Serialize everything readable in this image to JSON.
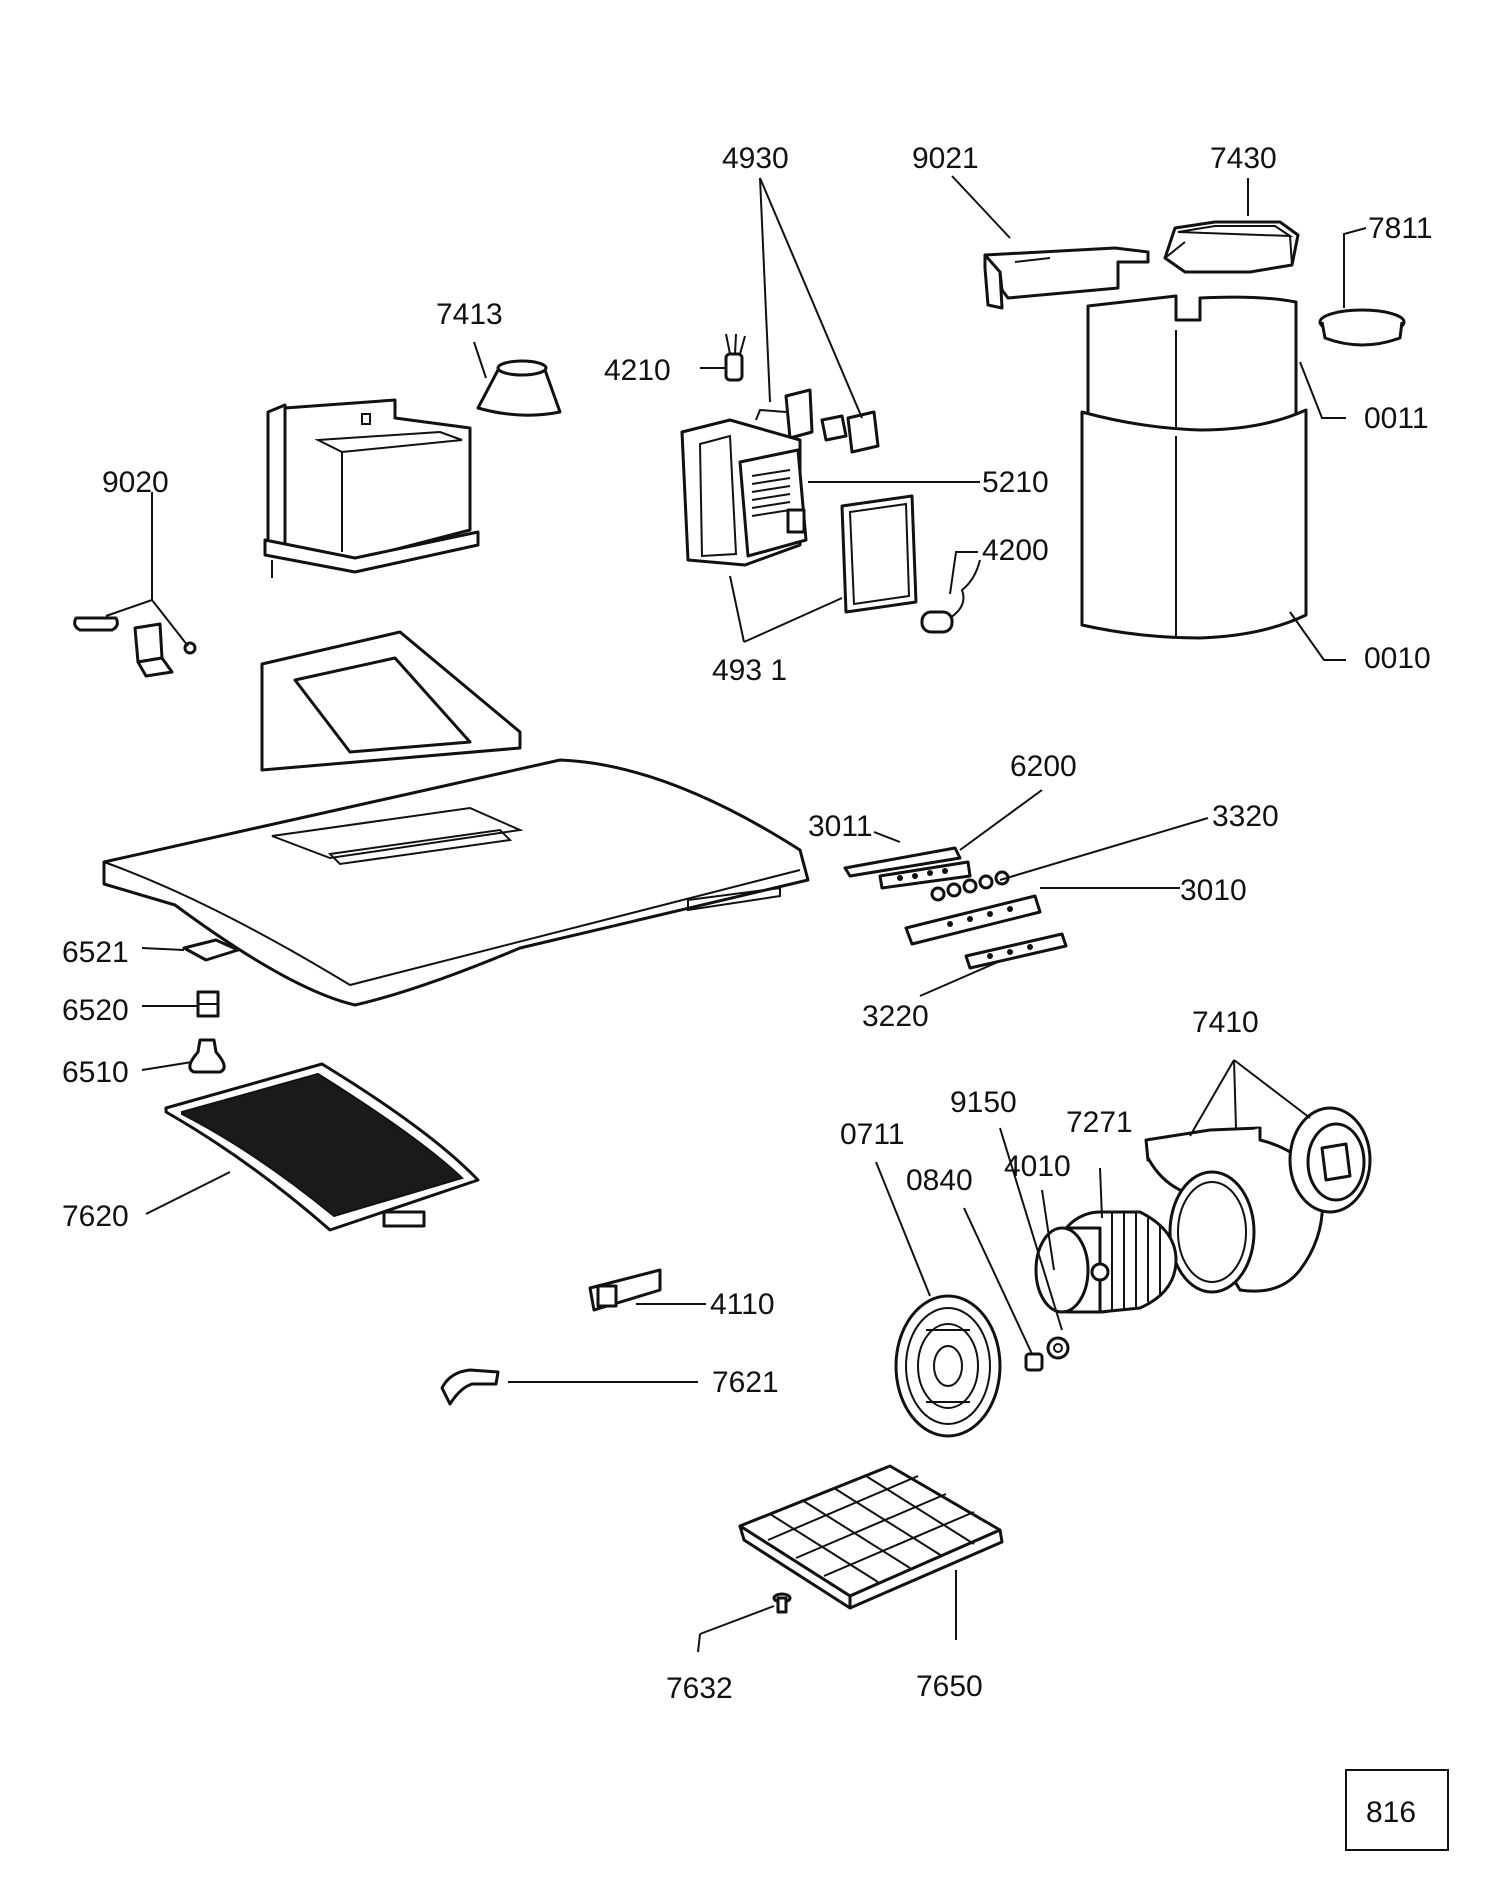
{
  "diagram": {
    "labels": {
      "4930": "4930",
      "9021": "9021",
      "7430": "7430",
      "7811": "7811",
      "7413": "7413",
      "4210": "4210",
      "0011": "0011",
      "9020": "9020",
      "5210": "5210",
      "4200": "4200",
      "4931": "493 1",
      "0010": "0010",
      "6200": "6200",
      "3011": "3011",
      "3320": "3320",
      "3010": "3010",
      "6521": "6521",
      "6520": "6520",
      "3220": "3220",
      "7410": "7410",
      "6510": "6510",
      "9150": "9150",
      "7271": "7271",
      "0711": "0711",
      "4010": "4010",
      "0840": "0840",
      "7620": "7620",
      "4110": "4110",
      "7621": "7621",
      "7632": "7632",
      "7650": "7650"
    },
    "page_number": "816"
  }
}
